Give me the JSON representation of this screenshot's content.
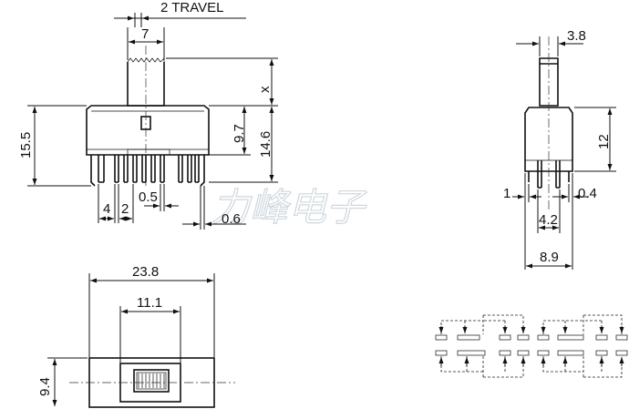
{
  "watermark": "力峰电子",
  "front_view": {
    "travel": "2 TRAVEL",
    "actuator_width": "7",
    "actuator_height": "x",
    "body_height": "9.7",
    "total_to_pcb": "14.6",
    "overall_height": "15.5",
    "pitch_outer": "4",
    "pitch_inner": "2",
    "pin_thickness": "0.5",
    "pin_width": "0.6"
  },
  "side_view": {
    "actuator_thickness": "3.8",
    "height": "12",
    "left_margin": "1",
    "right_margin": "0.4",
    "pin_span": "4.2",
    "depth": "8.9"
  },
  "top_view": {
    "length": "23.8",
    "window": "11.1",
    "width": "9.4"
  }
}
